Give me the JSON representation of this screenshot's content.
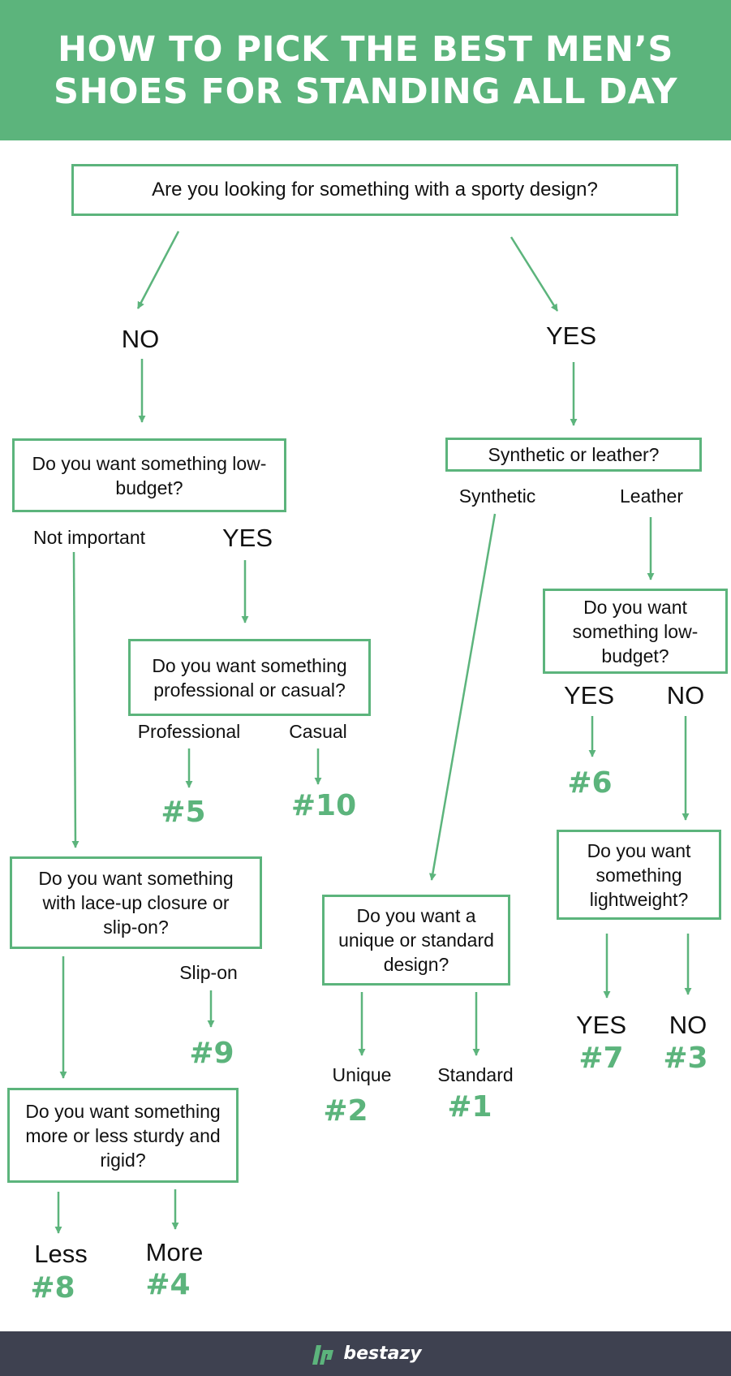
{
  "header": {
    "title_line1": "HOW TO PICK THE BEST MEN’S",
    "title_line2": "SHOES FOR STANDING ALL DAY"
  },
  "questions": {
    "sporty": "Are you looking for something with a sporty design?",
    "low_budget": "Do you want something low-budget?",
    "synthetic_leather": "Synthetic or leather?",
    "prof_casual": "Do you want something professional or casual?",
    "leather_low_budget": "Do you want something low-budget?",
    "lace_slip": "Do you want something with lace-up closure or slip-on?",
    "unique_standard": "Do you want a unique or standard design?",
    "lightweight": "Do you want something lightweight?",
    "sturdy": "Do you want something more or less sturdy and rigid?"
  },
  "labels": {
    "no_main": "NO",
    "yes_main": "YES",
    "not_important": "Not important",
    "yes_budget": "YES",
    "synthetic": "Synthetic",
    "leather": "Leather",
    "professional": "Professional",
    "casual": "Casual",
    "yes_leather_budget": "YES",
    "no_leather_budget": "NO",
    "slip_on": "Slip-on",
    "unique": "Unique",
    "standard": "Standard",
    "yes_light": "YES",
    "no_light": "NO",
    "less": "Less",
    "more": "More"
  },
  "results": {
    "r5": "#5",
    "r10": "#10",
    "r6": "#6",
    "r9": "#9",
    "r2": "#2",
    "r1": "#1",
    "r7": "#7",
    "r3": "#3",
    "r8": "#8",
    "r4": "#4"
  },
  "footer": {
    "brand": "bestazy"
  },
  "colors": {
    "accent": "#5cb47c",
    "footer_bg": "#3e4150"
  }
}
